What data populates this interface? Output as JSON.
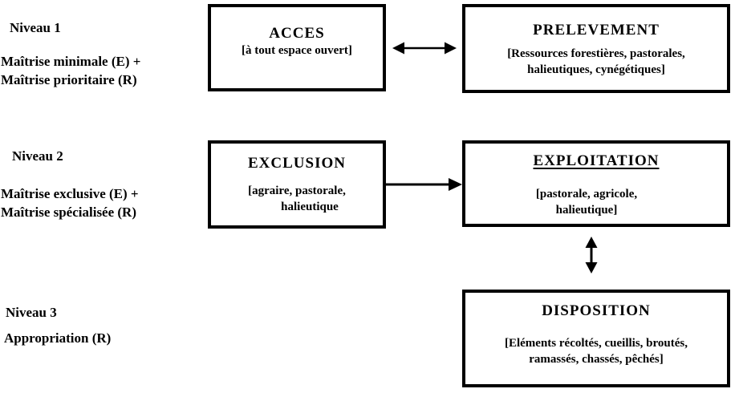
{
  "levels": [
    {
      "title": "Niveau 1",
      "lines": [
        "Maîtrise minimale (E) +",
        "Maîtrise prioritaire (R)"
      ]
    },
    {
      "title": "Niveau 2",
      "lines": [
        "Maîtrise exclusive (E) +",
        "Maîtrise spécialisée (R)"
      ]
    },
    {
      "title": "Niveau 3",
      "lines": [
        "Appropriation (R)"
      ]
    }
  ],
  "boxes": {
    "acces": {
      "title": "ACCES",
      "lines": [
        "[à tout espace ouvert]"
      ]
    },
    "prelevement": {
      "title": "PRELEVEMENT",
      "lines": [
        "[Ressources forestières, pastorales,",
        "halieutiques, cynégétiques]"
      ]
    },
    "exclusion": {
      "title": "EXCLUSION",
      "lines": [
        "[agraire, pastorale,",
        "halieutique"
      ]
    },
    "exploitation": {
      "title": "EXPLOITATION",
      "underlined": true,
      "lines": [
        "[pastorale, agricole,",
        "halieutique]"
      ]
    },
    "disposition": {
      "title": "DISPOSITION",
      "lines": [
        "[Eléments récoltés, cueillis, broutés,",
        "ramassés, chassés, pêchés]"
      ]
    }
  },
  "arrows": [
    {
      "id": "acces-prelevement",
      "type": "double-headed-horizontal",
      "from": "ACCES",
      "to": "PRELEVEMENT"
    },
    {
      "id": "exclusion-exploitation",
      "type": "single-headed-right",
      "from": "EXCLUSION",
      "to": "EXPLOITATION"
    },
    {
      "id": "exploitation-disposition",
      "type": "double-headed-vertical",
      "from": "EXPLOITATION",
      "to": "DISPOSITION"
    }
  ],
  "colors": {
    "ink": "#000000",
    "paper": "#ffffff"
  }
}
